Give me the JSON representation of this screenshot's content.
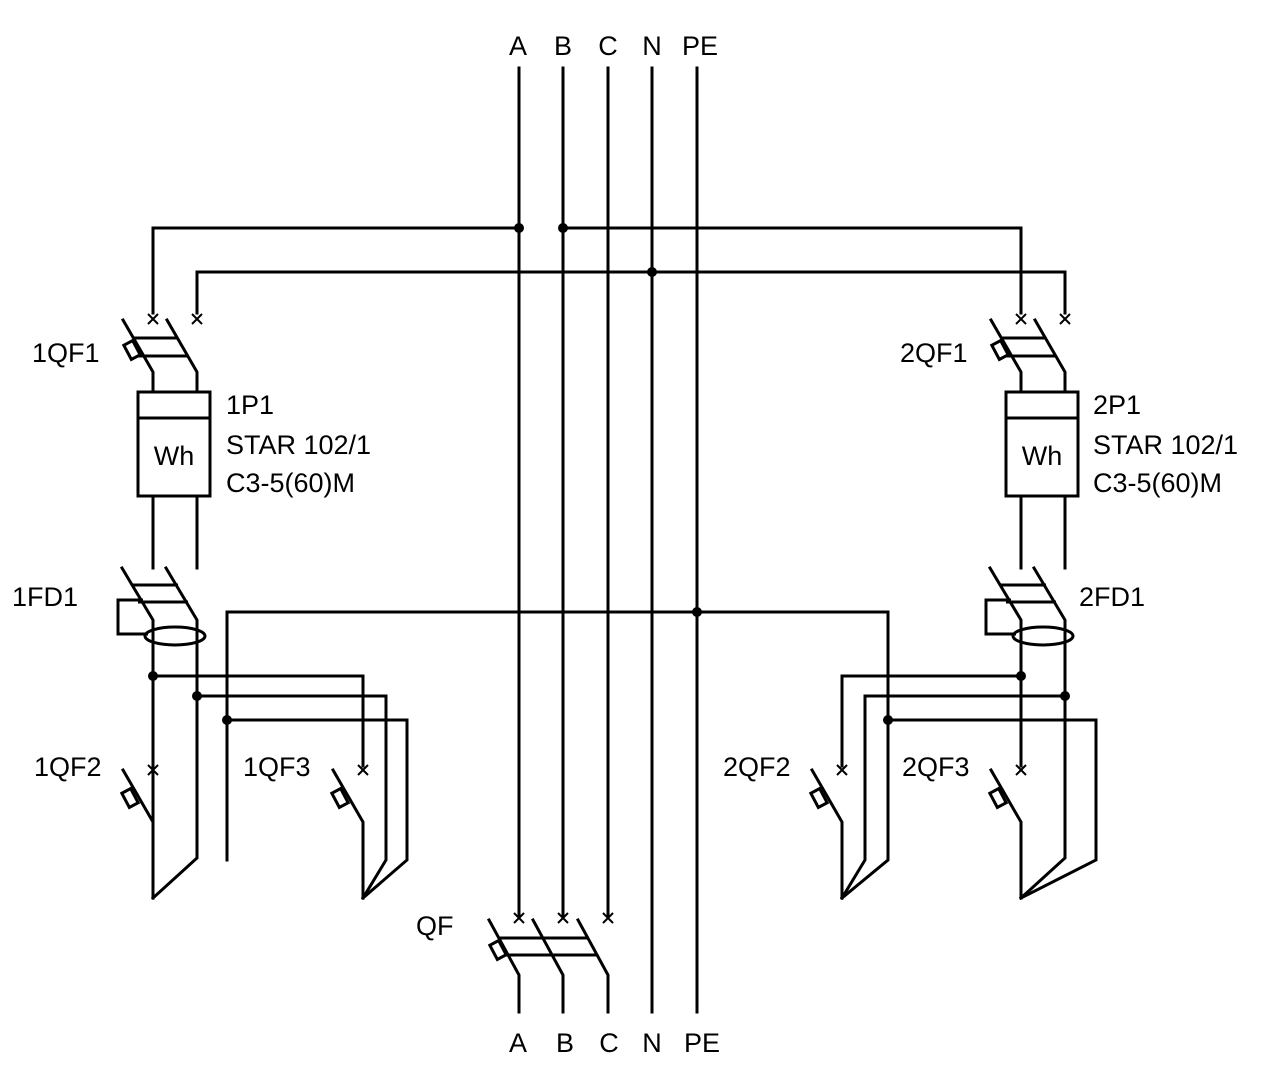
{
  "buses": {
    "top": [
      "A",
      "B",
      "C",
      "N",
      "PE"
    ],
    "bottom": [
      "A",
      "B",
      "C",
      "N",
      "PE"
    ]
  },
  "devices": {
    "main_breaker": "QF",
    "left": {
      "breaker": "1QF1",
      "meter": {
        "id": "1P1",
        "model": "STAR 102/1",
        "rating": "C3-5(60)M",
        "symbol": "Wh"
      },
      "rcd": "1FD1",
      "feeder_1": "1QF2",
      "feeder_2": "1QF3"
    },
    "right": {
      "breaker": "2QF1",
      "meter": {
        "id": "2P1",
        "model": "STAR 102/1",
        "rating": "C3-5(60)M",
        "symbol": "Wh"
      },
      "rcd": "2FD1",
      "feeder_1": "2QF2",
      "feeder_2": "2QF3"
    }
  }
}
